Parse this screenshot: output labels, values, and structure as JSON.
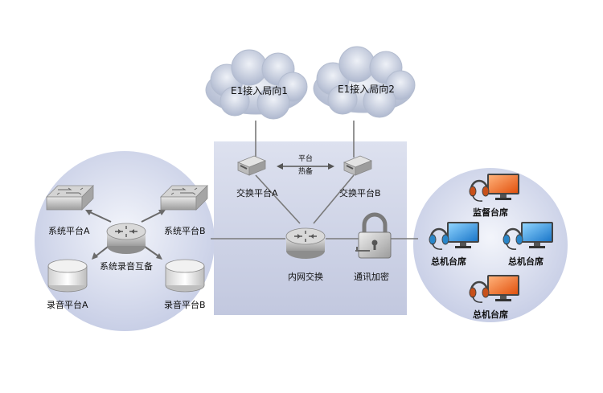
{
  "clouds": [
    {
      "label": "E1接入局向1"
    },
    {
      "label": "E1接入局向2"
    }
  ],
  "center": {
    "switch_a": "交换平台A",
    "switch_b": "交换平台B",
    "hot_standby_line1": "平台",
    "hot_standby_line2": "热备",
    "router": "内网交换",
    "encryption": "通讯加密"
  },
  "left": {
    "platform_a": "系统平台A",
    "platform_b": "系统平台B",
    "router": "系统录音互备",
    "recorder_a": "录音平台A",
    "recorder_b": "录音平台B"
  },
  "right": {
    "supervisor": "监督台席",
    "console_left": "总机台席",
    "console_right": "总机台席",
    "console_bottom": "总机台席"
  },
  "colors": {
    "panel": "#c5cbe2",
    "circle": "#d3d9ec",
    "line": "#7c7c7c",
    "cloud": "#c9d1e3",
    "device": "#b7b7b7"
  }
}
